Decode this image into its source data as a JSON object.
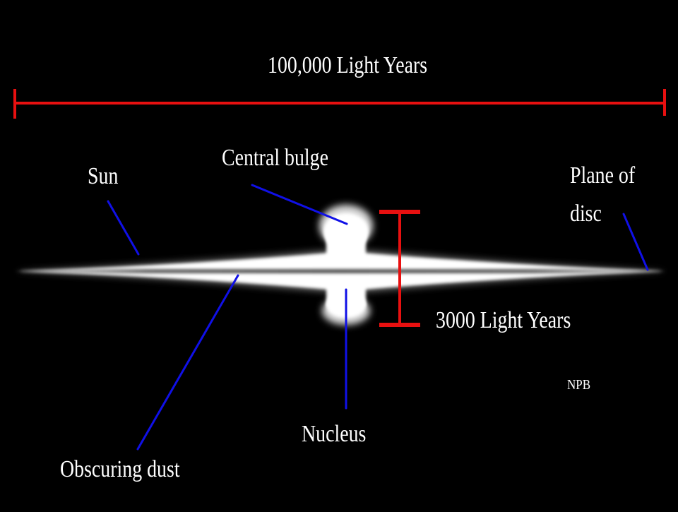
{
  "colors": {
    "background": "#000000",
    "text": "#ffffff",
    "scale_bar": "#e81010",
    "pointer": "#1010e6",
    "galaxy": "#ffffff"
  },
  "labels": {
    "width_scale": "100,000 Light Years",
    "thickness_scale": "3000 Light Years",
    "central_bulge": "Central bulge",
    "sun": "Sun",
    "plane_of_disc": "Plane of\ndisc",
    "obscuring_dust": "Obscuring dust",
    "nucleus": "Nucleus",
    "credit": "NPB"
  }
}
